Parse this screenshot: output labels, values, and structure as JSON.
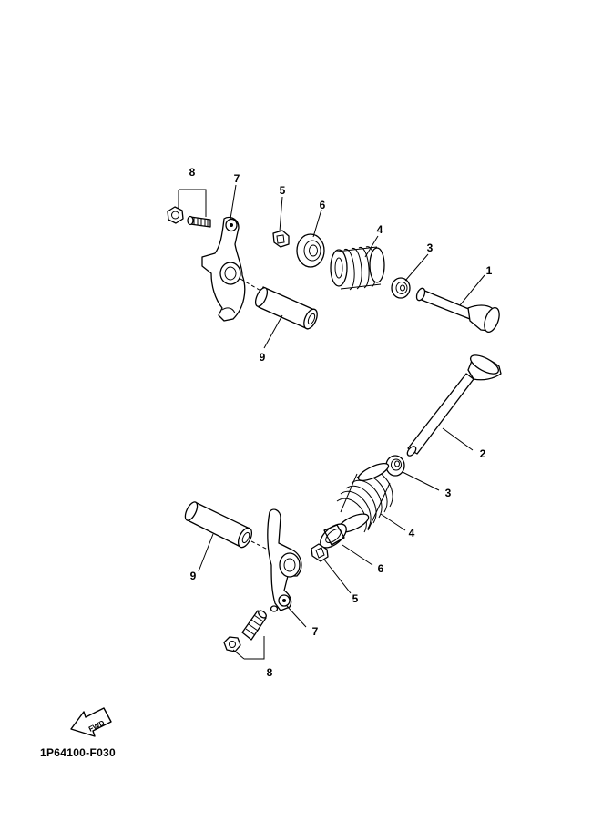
{
  "diagram": {
    "reference_code": "1P64100-F030",
    "fwd_label": "FWD",
    "callouts": {
      "valve_intake": "1",
      "valve_exhaust": "2",
      "seal_upper": "3",
      "seal_lower": "3",
      "spring_upper": "4",
      "spring_lower": "4",
      "cotter_upper": "5",
      "cotter_lower": "5",
      "retainer_upper": "6",
      "retainer_lower": "6",
      "rocker_upper": "7",
      "rocker_lower": "7",
      "adjuster_upper": "8",
      "adjuster_lower": "8",
      "shaft_upper": "9",
      "shaft_lower": "9"
    }
  }
}
